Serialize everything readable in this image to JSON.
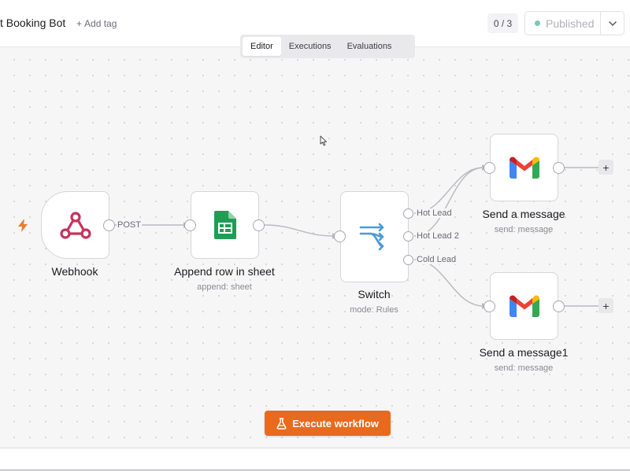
{
  "header": {
    "workflow_name": "t Booking Bot",
    "add_tag": "Add tag",
    "counter": "0 / 3",
    "publish_status": "Published"
  },
  "tabs": [
    "Editor",
    "Executions",
    "Evaluations"
  ],
  "nodes": {
    "webhook": {
      "title": "Webhook",
      "icon": "webhook-icon"
    },
    "sheet": {
      "title": "Append row in sheet",
      "subtitle": "append: sheet",
      "icon": "google-sheets-icon"
    },
    "switch": {
      "title": "Switch",
      "subtitle": "mode: Rules",
      "icon": "switch-icon"
    },
    "msg1": {
      "title": "Send a message",
      "subtitle": "send: message",
      "icon": "gmail-icon"
    },
    "msg2": {
      "title": "Send a message1",
      "subtitle": "send: message",
      "icon": "gmail-icon"
    }
  },
  "edges": {
    "post_label": "POST",
    "switch_outputs": [
      "Hot Lead",
      "Hot Lead 2",
      "Cold Lead"
    ]
  },
  "execute_button": "Execute workflow",
  "colors": {
    "accent": "#e86a1e",
    "webhook": "#c7325c",
    "sheets": "#1f9d55",
    "switch": "#4a9ad8",
    "published_dot": "#7ac7b8"
  }
}
